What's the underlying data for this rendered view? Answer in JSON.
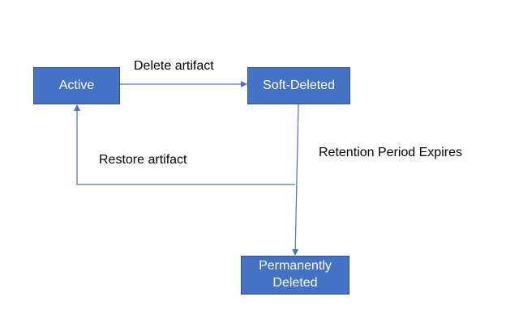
{
  "nodes": {
    "active": "Active",
    "soft_deleted": "Soft-Deleted",
    "permanently_deleted": "Permanently Deleted"
  },
  "edges": {
    "delete": "Delete artifact",
    "restore": "Restore artifact",
    "retention": "Retention Period Expires"
  },
  "colors": {
    "node_fill": "#4472c4",
    "node_border": "#2f528f",
    "connector": "#4472c4"
  }
}
